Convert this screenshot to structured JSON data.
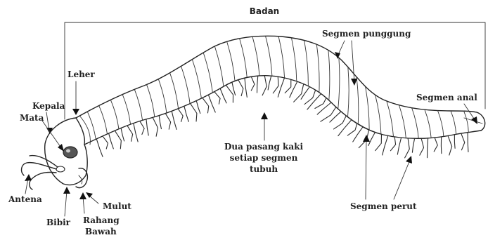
{
  "diagram": {
    "labels": {
      "body": "Badan",
      "dorsal_segment": "Segmen punggung",
      "anal_segment": "Segmen anal",
      "neck": "Leher",
      "head": "Kepala",
      "eye": "Mata",
      "legs_line1": "Dua pasang kaki",
      "legs_line2": "setiap segmen",
      "legs_line3": "tubuh",
      "antenna": "Antena",
      "mouth": "Mulut",
      "lip": "Bibir",
      "jaw_line1": "Rahang",
      "jaw_line2": "Bawah",
      "ventral_segment": "Segmen perut"
    }
  }
}
